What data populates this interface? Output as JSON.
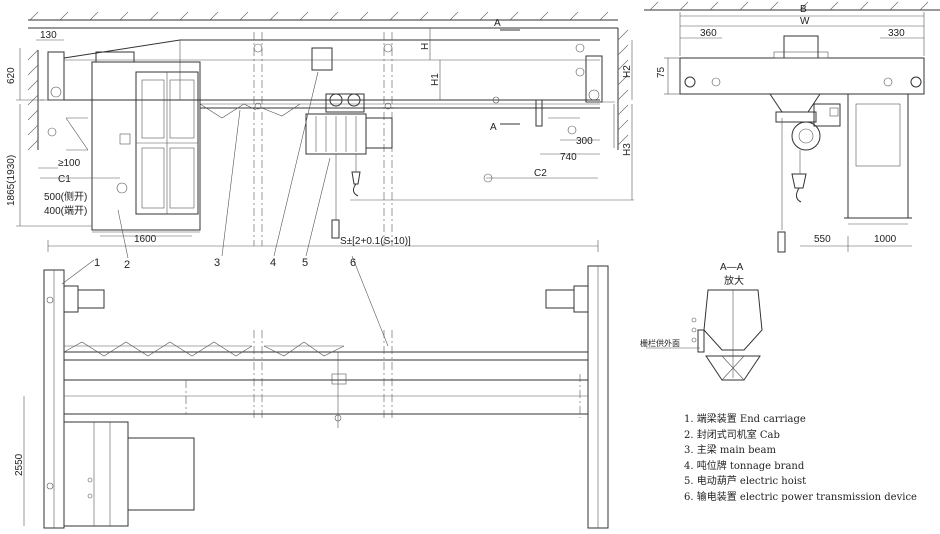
{
  "dimensions": {
    "d130": "130",
    "d620": "620",
    "d1865": "1865(1930)",
    "d100": "≥100",
    "c1": "C1",
    "d500": "500(侧开)",
    "d400": "400(端开)",
    "d1600": "1600",
    "span": "S±[2+0.1(S-10)]",
    "d300": "300",
    "d740": "740",
    "c2": "C2",
    "h": "H",
    "h1": "H1",
    "h2": "H2",
    "h3": "H3",
    "b": "B",
    "w": "W",
    "d360": "360",
    "d330": "330",
    "d75": "75",
    "d550": "550",
    "d1000": "1000",
    "d2550": "2550",
    "a_mark": "A",
    "section_title": "A—A",
    "section_subtitle": "放大",
    "section_note": "栅栏供外面"
  },
  "callouts": [
    "1",
    "2",
    "3",
    "4",
    "5",
    "6"
  ],
  "legend": [
    "1. 端梁装置 End carriage",
    "2. 封闭式司机室 Cab",
    "3. 主梁 main beam",
    "4. 吨位牌 tonnage brand",
    "5. 电动葫芦 electric hoist",
    "6. 输电装置 electric power transmission device"
  ]
}
